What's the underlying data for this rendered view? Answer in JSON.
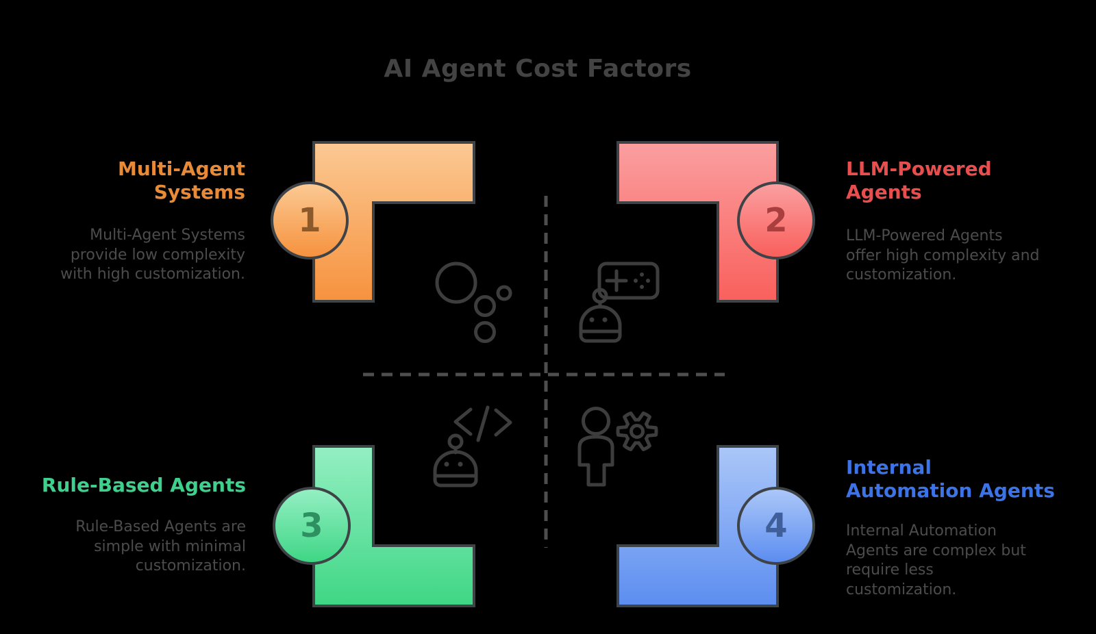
{
  "title": "AI Agent Cost Factors",
  "quadrants": [
    {
      "position": "top-left",
      "number": "1",
      "heading": "Multi-Agent\nSystems",
      "body": "Multi-Agent Systems\nprovide low complexity\nwith high customization.",
      "accent_color": "#E88A36",
      "icon": "bubbles-icon"
    },
    {
      "position": "top-right",
      "number": "2",
      "heading": "LLM-Powered\nAgents",
      "body": "LLM-Powered Agents\noffer high complexity and\ncustomization.",
      "accent_color": "#E84E4E",
      "icon": "robot-gamepad-icon"
    },
    {
      "position": "bottom-left",
      "number": "3",
      "heading": "Rule-Based Agents",
      "body": "Rule-Based Agents are\nsimple with minimal\ncustomization.",
      "accent_color": "#3ED08C",
      "icon": "robot-code-icon"
    },
    {
      "position": "bottom-right",
      "number": "4",
      "heading": "Internal\nAutomation Agents",
      "body": "Internal Automation\nAgents are complex but\nrequire less\ncustomization.",
      "accent_color": "#3C73E6",
      "icon": "person-gear-icon"
    }
  ],
  "colors": {
    "bg": "#000000",
    "title_text": "#434343",
    "body_text": "#4C4C4C",
    "outline": "#3E4347",
    "icon_stroke": "#3D3D3D",
    "dash": "#4E4E4E",
    "orange_accent": "#E88A36",
    "orange_top": "#FBC993",
    "orange_bottom": "#F6923E",
    "orange_number": "#8C5A2A",
    "red_accent": "#E84E4E",
    "red_top": "#FA9FA0",
    "red_bottom": "#F9605C",
    "red_number": "#A83E3E",
    "green_accent": "#3ED08C",
    "green_top": "#94EFC2",
    "green_bottom": "#3FD685",
    "green_number": "#2E9060",
    "blue_accent": "#3C73E6",
    "blue_top": "#ABC7F8",
    "blue_bottom": "#5C8DF0",
    "blue_number": "#3E5F99"
  }
}
